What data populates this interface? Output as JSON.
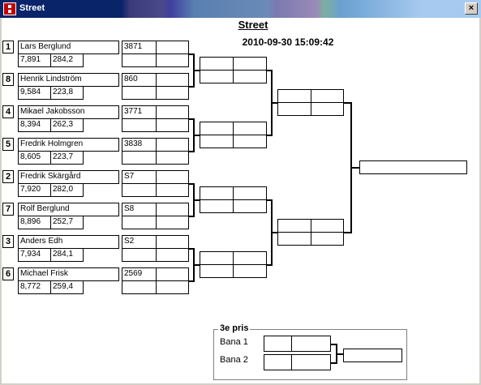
{
  "window": {
    "title": "Street"
  },
  "event": {
    "name": "Street",
    "datetime": "2010-09-30 15:09:42"
  },
  "racers": [
    {
      "seed": "1",
      "name": "Lars Berglund",
      "time": "7,891",
      "speed": "284,2",
      "id": "3871"
    },
    {
      "seed": "8",
      "name": "Henrik Lindström",
      "time": "9,584",
      "speed": "223,8",
      "id": "860"
    },
    {
      "seed": "4",
      "name": "Mikael Jakobsson",
      "time": "8,394",
      "speed": "262,3",
      "id": "3771"
    },
    {
      "seed": "5",
      "name": "Fredrik Holmgren",
      "time": "8,605",
      "speed": "223,7",
      "id": "3838"
    },
    {
      "seed": "2",
      "name": "Fredrik Skärgård",
      "time": "7,920",
      "speed": "282,0",
      "id": "S7"
    },
    {
      "seed": "7",
      "name": "Rolf Berglund",
      "time": "8,896",
      "speed": "252,7",
      "id": "S8"
    },
    {
      "seed": "3",
      "name": "Anders Edh",
      "time": "7,934",
      "speed": "284,1",
      "id": "S2"
    },
    {
      "seed": "6",
      "name": "Michael Frisk",
      "time": "8,772",
      "speed": "259,4",
      "id": "2569"
    }
  ],
  "third_place": {
    "title": "3e pris",
    "lanes": [
      "Bana 1",
      "Bana 2"
    ]
  }
}
